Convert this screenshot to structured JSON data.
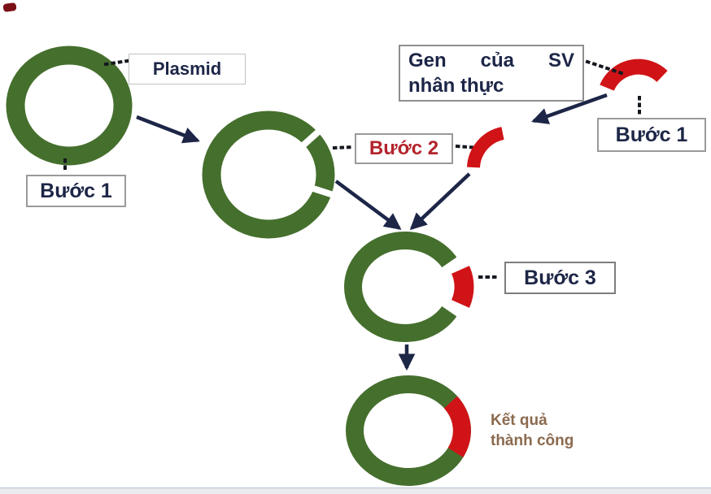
{
  "labels": {
    "plasmid": "Plasmid",
    "step1_left": "Bước 1",
    "gene_source_line1_words": [
      "Gen",
      "của",
      "SV"
    ],
    "gene_source_line2": "nhân thực",
    "step1_right": "Bước 1",
    "step2": "Bước 2",
    "step3": "Bước 3",
    "result_line1": "Kết quả",
    "result_line2": "thành công"
  },
  "colors": {
    "plasmid_green": "#456f2d",
    "gene_red": "#d01317",
    "label_navy": "#1d2647",
    "step2_text_red": "#b3232b",
    "result_brown": "#8b6a4e",
    "box_border_gray": "#9a9a9a",
    "bottom_bar_gray": "#e9ebee"
  }
}
